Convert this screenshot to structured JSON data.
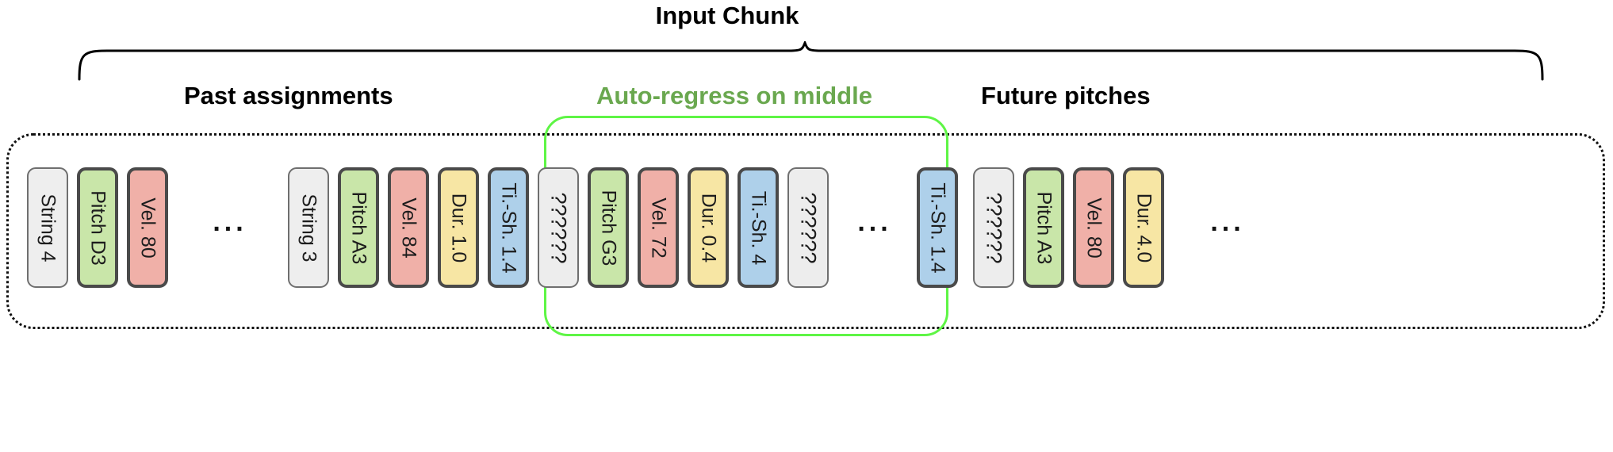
{
  "header": {
    "chunk_title": "Input Chunk"
  },
  "sections": {
    "past_label": "Past assignments",
    "middle_label": "Auto-regress on middle",
    "future_label": "Future pitches"
  },
  "colors": {
    "string": "#eeeeee",
    "pitch": "#c9e6a9",
    "velocity": "#f0b0a8",
    "duration": "#f7e6a4",
    "time_shift": "#aed0ea",
    "unknown": "#ededed",
    "green_accent": "#6aa84f",
    "green_outline": "#5ef545",
    "token_border": "#4a4a4a",
    "dotted_border": "#111111"
  },
  "ellipsis": "...",
  "tokens": [
    {
      "kind": "string",
      "label": "String 4",
      "lead": 34
    },
    {
      "kind": "pitch",
      "label": "Pitch D3",
      "lead": 6
    },
    {
      "kind": "vel",
      "label": "Vel. 80",
      "lead": 6
    },
    {
      "kind": "ellipsis",
      "label": "...",
      "lead": 38,
      "width": 70
    },
    {
      "kind": "string",
      "label": "String 3",
      "lead": 38
    },
    {
      "kind": "pitch",
      "label": "Pitch A3",
      "lead": 6
    },
    {
      "kind": "vel",
      "label": "Vel. 84",
      "lead": 6
    },
    {
      "kind": "dur",
      "label": "Dur. 1.0",
      "lead": 6
    },
    {
      "kind": "tish",
      "label": "Ti.-Sh. 1.4",
      "lead": 6
    },
    {
      "kind": "unk",
      "label": "??????",
      "lead": 6
    },
    {
      "kind": "pitch",
      "label": "Pitch G3",
      "lead": 6
    },
    {
      "kind": "vel",
      "label": "Vel. 72",
      "lead": 6
    },
    {
      "kind": "dur",
      "label": "Dur. 0.4",
      "lead": 6
    },
    {
      "kind": "tish",
      "label": "Ti.-Sh. 4",
      "lead": 6
    },
    {
      "kind": "unk",
      "label": "??????",
      "lead": 6
    },
    {
      "kind": "ellipsis",
      "label": "...",
      "lead": 20,
      "width": 66
    },
    {
      "kind": "tish",
      "label": "Ti.-Sh. 1.4",
      "lead": 20
    },
    {
      "kind": "unk",
      "label": "??????",
      "lead": 14
    },
    {
      "kind": "pitch",
      "label": "Pitch A3",
      "lead": 6
    },
    {
      "kind": "vel",
      "label": "Vel. 80",
      "lead": 6
    },
    {
      "kind": "dur",
      "label": "Dur. 4.0",
      "lead": 6
    },
    {
      "kind": "ellipsis",
      "label": "...",
      "lead": 40,
      "width": 70
    }
  ]
}
